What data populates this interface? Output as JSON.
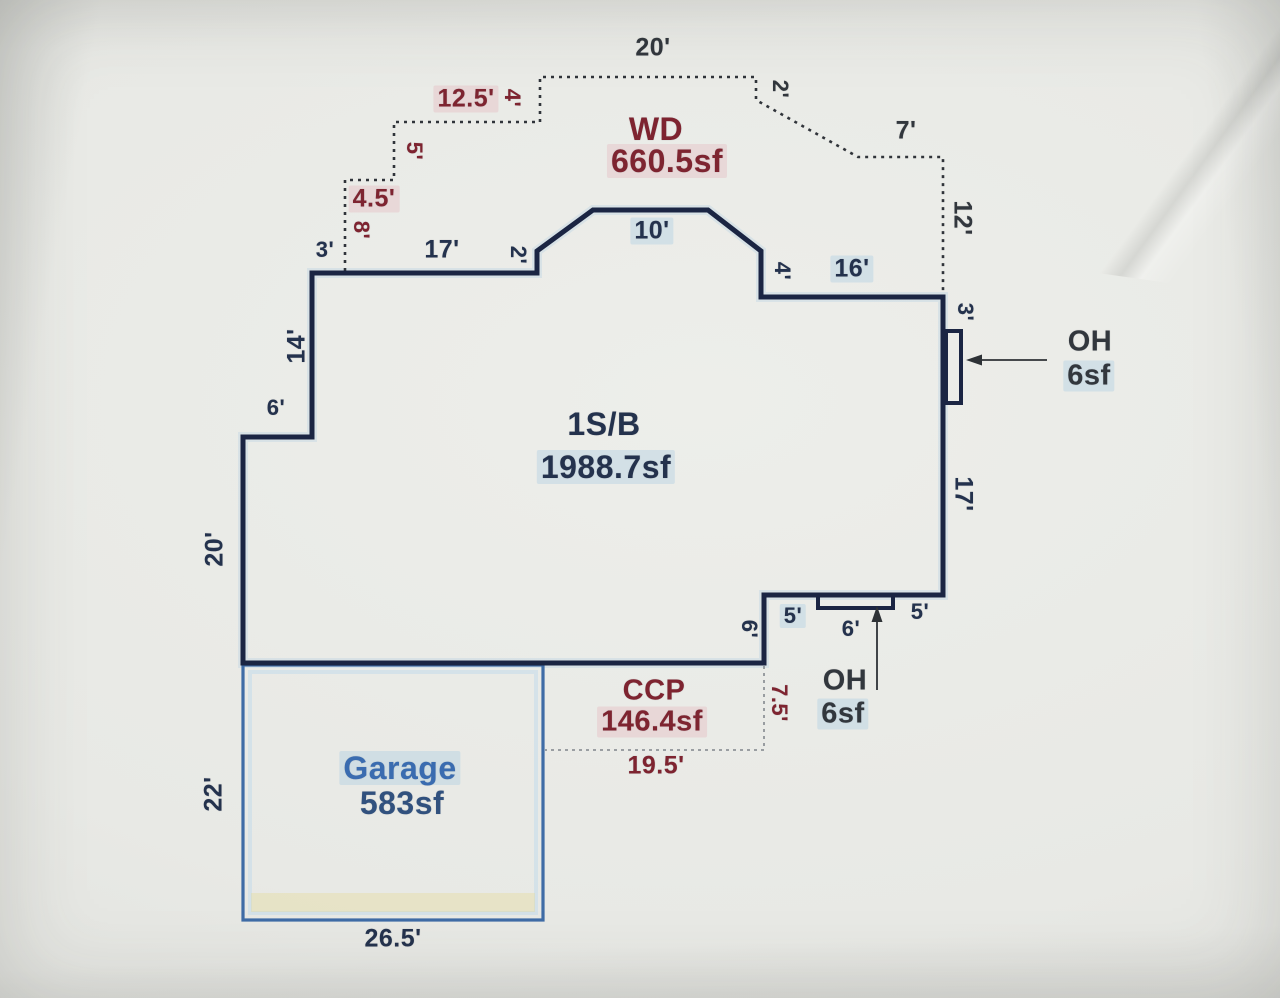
{
  "document_type": "floor-plan-sketch",
  "areas": {
    "main": {
      "label": "1S/B",
      "sqft": "1988.7sf"
    },
    "wood_deck": {
      "label": "WD",
      "sqft": "660.5sf"
    },
    "garage": {
      "label": "Garage",
      "sqft": "583sf"
    },
    "covered_patio": {
      "label": "CCP",
      "sqft": "146.4sf"
    },
    "overhang_right": {
      "label": "OH",
      "sqft": "6sf"
    },
    "overhang_bottom": {
      "label": "OH",
      "sqft": "6sf"
    }
  },
  "labels": {
    "deck_top": "20'",
    "deck_run_125": "12.5'",
    "deck_step_4": "4'",
    "deck_step_5": "5'",
    "deck_step_45": "4.5'",
    "deck_step_8": "8'",
    "deck_name": "WD",
    "deck_area": "660.5sf",
    "deck_step_2": "2'",
    "deck_run_7": "7'",
    "deck_run_12": "12'",
    "top_3": "3'",
    "top_17": "17'",
    "bay_2": "2'",
    "bay_10": "10'",
    "bay_4": "4'",
    "top_16": "16'",
    "right_3": "3'",
    "oh_right_name": "OH",
    "oh_right_area": "6sf",
    "right_17": "17'",
    "left_14": "14'",
    "left_6": "6'",
    "left_20": "20'",
    "main_name": "1S/B",
    "main_area": "1988.7sf",
    "step_6": "6'",
    "bottom_5a": "5'",
    "bottom_6": "6'",
    "bottom_5b": "5'",
    "oh_bottom_name": "OH",
    "oh_bottom_area": "6sf",
    "ccp_name": "CCP",
    "ccp_area": "146.4sf",
    "ccp_75": "7.5'",
    "ccp_195": "19.5'",
    "garage_name": "Garage",
    "garage_area": "583sf",
    "garage_22": "22'",
    "garage_265": "26.5'"
  },
  "colors": {
    "wall_navy": "#1b2543",
    "dim_navy": "#24324d",
    "dim_red": "#7e2430",
    "dim_ink": "#32373d",
    "garage_blue": "#3f6ca6",
    "paper": "#e8e9e5"
  }
}
